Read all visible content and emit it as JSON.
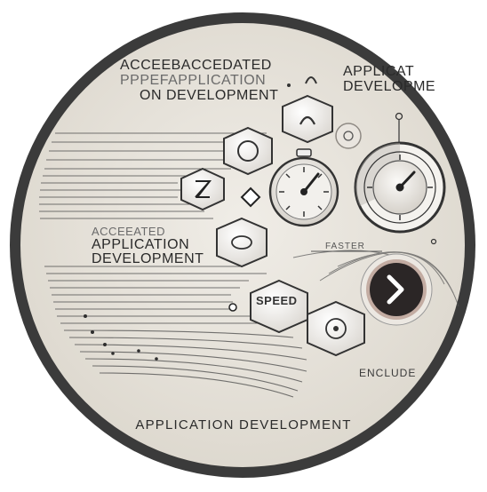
{
  "labels": {
    "top_left_line1": "ACCEEBACCEDATED",
    "top_left_line2": "PPPEFAPPLICATION",
    "top_left_line3": "ON DEVELOPMENT",
    "top_right_line1": "APPLICAT",
    "top_right_line2": "DEVELOPME",
    "mid_left_line1": "ACCEEATED",
    "mid_left_line2": "APPLICATION",
    "mid_left_line3": "DEVELOPMENT",
    "faster": "FASTER",
    "speed": "SPEED",
    "enclude": "ENCLUDE",
    "bottom": "APPLICATION DEVELOPMENT"
  },
  "colors": {
    "background_disc": "#e6e2da",
    "border": "#3a3a3a",
    "ink": "#2a2a2a",
    "dark_badge": "#2b2626",
    "badge_ring": "#a37a6e"
  },
  "icons": [
    "hourglass-icon",
    "stopwatch-icon",
    "gauge-icon",
    "chevron-right-icon",
    "target-icon",
    "diamond-icon",
    "arch-icon"
  ]
}
